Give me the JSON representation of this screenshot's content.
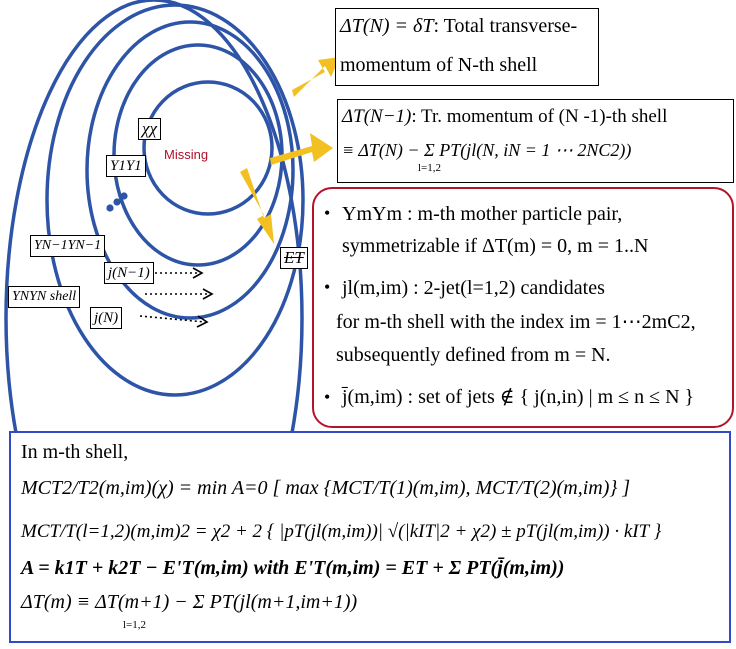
{
  "colors": {
    "shell_blue": "#2d54a7",
    "arrow_gold": "#f2c020",
    "red_frame": "#b3142a",
    "blue_frame": "#3249c8",
    "missing_text": "#b0102a"
  },
  "diagram": {
    "missing_label": "Missing",
    "chi_pair": "χχ",
    "y1_pair": "Y1Y1",
    "yn1_pair": "YN−1YN−1",
    "yn_shell": "YNYN shell",
    "j_n1": "j(N−1)",
    "j_n": "j(N)",
    "met_symbol": "ET"
  },
  "box1": {
    "line1_math": "ΔT(N) = δT",
    "line1_text": ": Total transverse-",
    "line2_text": "momentum of N-th shell"
  },
  "box2": {
    "line1_math": "ΔT(N−1)",
    "line1_text": ": Tr. momentum of (N -1)-th shell",
    "line2_math": "≡ ΔT(N) − Σ PT(jl(N, iN = 1 ⋯ 2NC2))",
    "line2_sub": "l=1,2"
  },
  "red_box": {
    "b1_line1": "YmYm : m-th mother particle pair,",
    "b1_line2": "symmetrizable if ΔT(m) = 0, m = 1..N",
    "b2_line1": "jl(m,im) : 2-jet(l=1,2) candidates",
    "b2_line2": "for m-th shell with the index im = 1⋯2mC2,",
    "b2_line3": "subsequently defined from m = N.",
    "b3_line1": "j̄(m,im) : set of jets ∉ { j(n,in) | m ≤ n ≤ N }"
  },
  "blue_box": {
    "line1": "In m-th shell,",
    "line2": "MCT2/T2(m,im)(χ) = min A=0 [ max {MCT/T(1)(m,im), MCT/T(2)(m,im)} ]",
    "line3": "MCT/T(l=1,2)(m,im)2 = χ2 + 2 { |pT(jl(m,im))| √(|kIT|2 + χ2) ± pT(jl(m,im)) · kIT }",
    "line4": "A = k1T + k2T − E'T(m,im) with E'T(m,im) = ET + Σ PT(j̄(m,im))",
    "line5": "ΔT(m) ≡ ΔT(m+1) − Σ PT(jl(m+1,im+1))",
    "line5_sub": "l=1,2"
  }
}
